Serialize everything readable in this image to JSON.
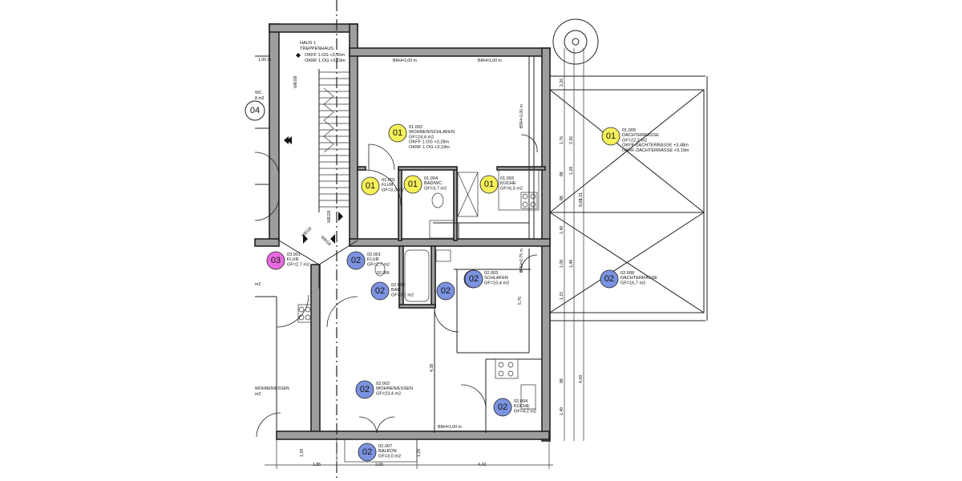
{
  "colors": {
    "unit01": "#f6f05a",
    "unit02": "#7b93e0",
    "unit03": "#e86ae0",
    "wall": "#9e9e9e"
  },
  "stairwell": {
    "title1": "HAUS 1",
    "title2": "TREPPENHAUS",
    "level1": "OKFF 1.OG +3,50m",
    "level2": "OKRF 1.OG +3,19m",
    "arrow_label": "WEG8"
  },
  "rooms": [
    {
      "badge": "01",
      "unit": "01",
      "id": "01.002",
      "name": "WOHNEN/SCHLAFEN",
      "area": "GF=24,4 m2",
      "extra1": "OKFF 1.OG +3,28m",
      "extra2": "OKRF 1.OG +3,19m"
    },
    {
      "badge": "01",
      "unit": "01",
      "id": "01.001",
      "name": "FLUR",
      "area": "GF=3,3 m2"
    },
    {
      "badge": "01",
      "unit": "01",
      "id": "01.004",
      "name": "BAD/WC",
      "area": "GF=3,7 m2"
    },
    {
      "badge": "01",
      "unit": "01",
      "id": "01.003",
      "name": "KÜCHE",
      "area": "GF=6,5 m2"
    },
    {
      "badge": "01",
      "unit": "01",
      "id": "01.005",
      "name": "DACHTERRASSE",
      "area": "GF=22,2 m2",
      "extra1": "OKFF DACHTERRASSE +3,48m",
      "extra2": "OKRF DACHTERRASSE +3,19m"
    },
    {
      "badge": "03",
      "unit": "03",
      "id": "03.001",
      "name": "FLUR",
      "area": "GF=2,7 m2"
    },
    {
      "badge": "02",
      "unit": "02",
      "id": "02.001",
      "name": "FLUR",
      "area": "GF=2,7 m2"
    },
    {
      "badge": "02",
      "unit": "02",
      "id": "02.005",
      "name": "BAD",
      "area": "GF=3,1 m2"
    },
    {
      "badge": "02",
      "unit": "02",
      "id": "02.003",
      "name": "SCHLAFEN",
      "area": "GF=10,4 m2"
    },
    {
      "badge": "02",
      "unit": "02",
      "id": "02.008",
      "name": "DACHTERRASSE",
      "area": "GF=16,7 m2"
    },
    {
      "badge": "02",
      "unit": "02",
      "id": "02.002",
      "name": "WOHNEN/ESSEN",
      "area": "GF=23,4 m2"
    },
    {
      "badge": "02",
      "unit": "02",
      "id": "02.004",
      "name": "KÜCHE",
      "area": "GF=4,2 m2"
    },
    {
      "badge": "02",
      "unit": "02",
      "id": "02.007",
      "name": "BALKON",
      "area": "GF=3,0 m2"
    },
    {
      "badge": "02",
      "unit": "02"
    },
    {
      "badge": "02",
      "unit": "02"
    }
  ],
  "left_fragments": {
    "room_id": "02.006",
    "area_frag": "m2",
    "wohnen_frag": "WOHNEN/ESSEN",
    "area_frag2": "m2",
    "top_left_frag": "1,00 m",
    "wc_frag": "WC",
    "wc_area": "8 m2",
    "circle_num": "04"
  },
  "labels": {
    "brh": "BRH=1,00 m",
    "brh_v": "BRH=1,00 m",
    "brh_v2": "BRH=0,75 m",
    "weg": "WEG8"
  },
  "dimensions": {
    "bottom": [
      "1,85",
      "2,65",
      "4,42"
    ],
    "bottom_small": [
      "1,29",
      "1,29"
    ],
    "right_vertical": [
      "2,26",
      "1,76",
      "1,51",
      "2,26",
      "88",
      "1,49",
      "1,08",
      "1,49",
      "88",
      "1,15",
      "4,69",
      "88",
      "5,76",
      "8,08",
      "4,38",
      "1,49",
      "1,28"
    ]
  }
}
